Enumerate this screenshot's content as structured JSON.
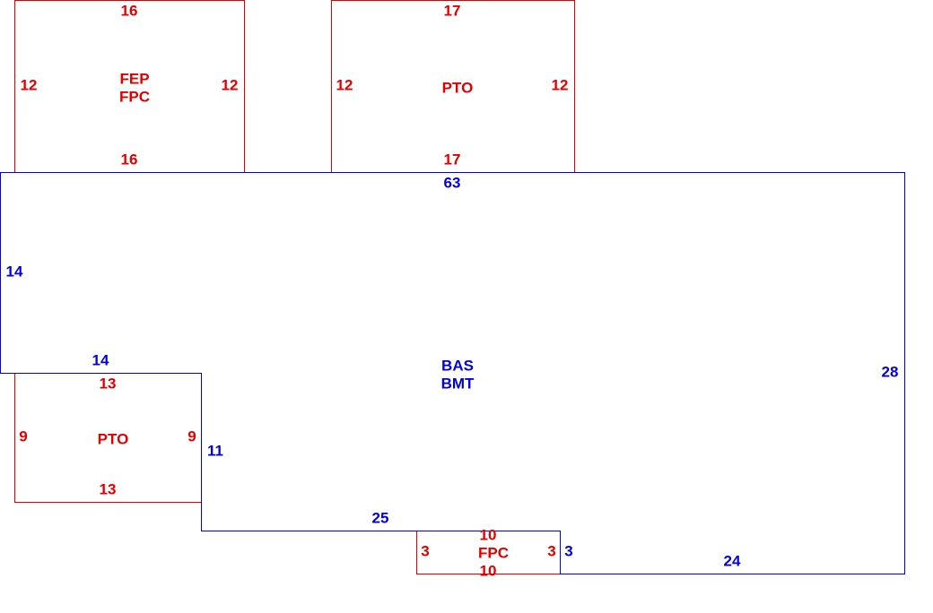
{
  "colors": {
    "addition": "#e00000",
    "main": "#0000e0"
  },
  "areas": [
    {
      "name": "fep-fpc",
      "labels": [
        "FEP",
        "FPC"
      ],
      "dims": {
        "top": "16",
        "bottom": "16",
        "left": "12",
        "right": "12"
      }
    },
    {
      "name": "pto-top",
      "labels": [
        "PTO"
      ],
      "dims": {
        "top": "17",
        "bottom": "17",
        "left": "12",
        "right": "12"
      }
    },
    {
      "name": "main",
      "labels": [
        "BAS",
        "BMT"
      ],
      "dims": {
        "top": "63",
        "left": "14",
        "left_bottom": "14",
        "inner_left": "11",
        "inner_bottom": "25",
        "step": "3",
        "bottom": "24",
        "right": "28"
      }
    },
    {
      "name": "pto-left",
      "labels": [
        "PTO"
      ],
      "dims": {
        "top": "13",
        "bottom": "13",
        "left": "9",
        "right": "9"
      }
    },
    {
      "name": "fpc-bottom",
      "labels": [
        "FPC"
      ],
      "dims": {
        "top": "10",
        "bottom": "10",
        "left": "3",
        "right": "3"
      }
    }
  ]
}
